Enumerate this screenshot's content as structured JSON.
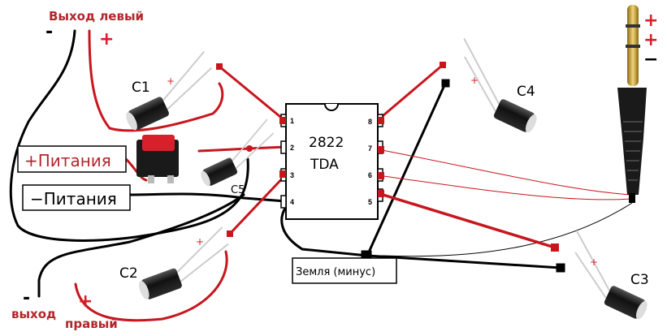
{
  "labels": {
    "left_output": "Выход левый",
    "left_minus": "-",
    "left_plus": "+",
    "right_output_line1": "выход",
    "right_output_line2": "правый",
    "right_minus": "-",
    "right_plus": "+",
    "power_plus": "+Питания",
    "power_minus": "−Питания",
    "ground": "Земля (минус)",
    "jack_plus_1": "+",
    "jack_plus_2": "+",
    "jack_minus": "−"
  },
  "chip": {
    "line1": "2822",
    "line2": "TDA",
    "pins": [
      "1",
      "2",
      "3",
      "4",
      "5",
      "6",
      "7",
      "8"
    ]
  },
  "capacitors": [
    {
      "name": "C1",
      "polarity": "+"
    },
    {
      "name": "C2",
      "polarity": "+"
    },
    {
      "name": "C3",
      "polarity": "+"
    },
    {
      "name": "C4",
      "polarity": "+"
    },
    {
      "name": "C5",
      "polarity": ""
    }
  ],
  "colors": {
    "wire_red": "#c8161d",
    "wire_black": "#000000",
    "label_red": "#b3262a"
  }
}
